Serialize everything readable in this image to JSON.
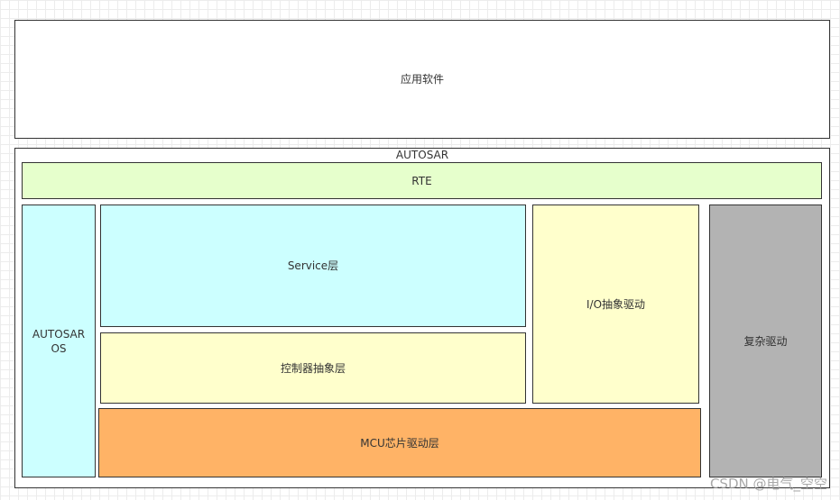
{
  "diagram": {
    "app_software": "应用软件",
    "autosar": "AUTOSAR",
    "rte": "RTE",
    "autosar_os": "AUTOSAR\nOS",
    "service_layer": "Service层",
    "controller_abstraction": "控制器抽象层",
    "io_abstraction": "I/O抽象驱动",
    "complex_driver": "复杂驱动",
    "mcu_driver": "MCU芯片驱动层"
  },
  "colors": {
    "rte": "#e6ffcc",
    "os": "#ccffff",
    "service": "#ccffff",
    "abstraction": "#ffffcc",
    "complex": "#b3b3b3",
    "mcu": "#ffb366"
  },
  "watermark": "CSDN @电气_空空"
}
